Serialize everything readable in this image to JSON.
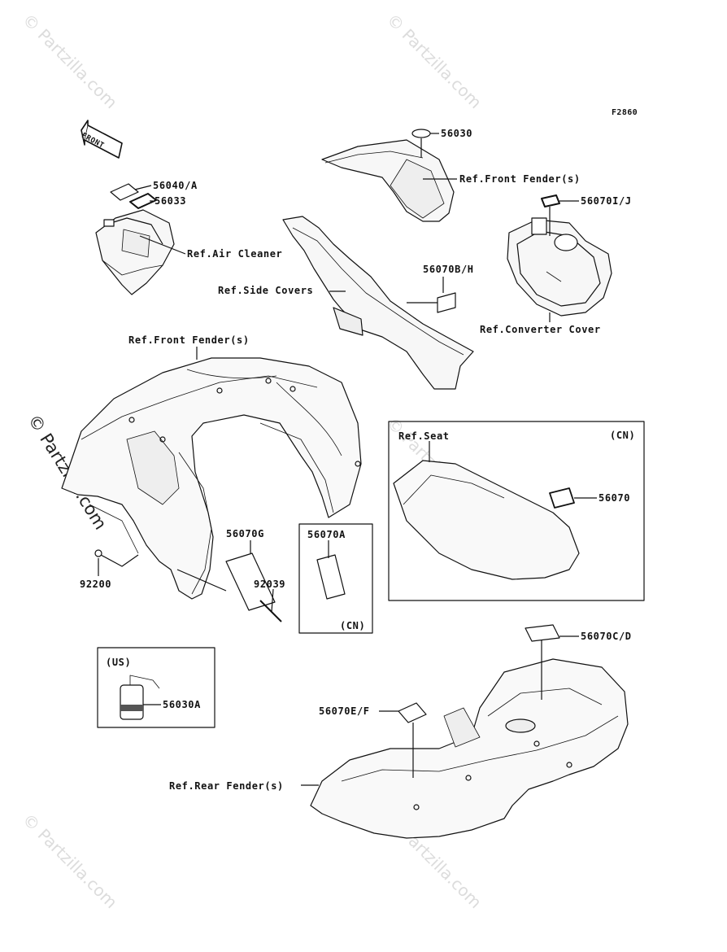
{
  "diagram_code": "F2860",
  "watermark": "© Partzilla.com",
  "front_arrow": "FRONT",
  "parts": {
    "p56030": "56030",
    "p56040": "56040/A",
    "p56033": "56033",
    "p56070ij": "56070I/J",
    "p56070bh": "56070B/H",
    "p56070": "56070",
    "p56070g": "56070G",
    "p56070a": "56070A",
    "p92200": "92200",
    "p92039": "92039",
    "p56030a": "56030A",
    "p56070cd": "56070C/D",
    "p56070ef": "56070E/F"
  },
  "refs": {
    "front_fender_top": "Ref.Front Fender(s)",
    "air_cleaner": "Ref.Air Cleaner",
    "side_covers": "Ref.Side Covers",
    "converter_cover": "Ref.Converter Cover",
    "front_fender_main": "Ref.Front Fender(s)",
    "seat": "Ref.Seat",
    "rear_fender": "Ref.Rear Fender(s)"
  },
  "regions": {
    "cn_seat": "(CN)",
    "cn_label": "(CN)",
    "us_label": "(US)"
  }
}
